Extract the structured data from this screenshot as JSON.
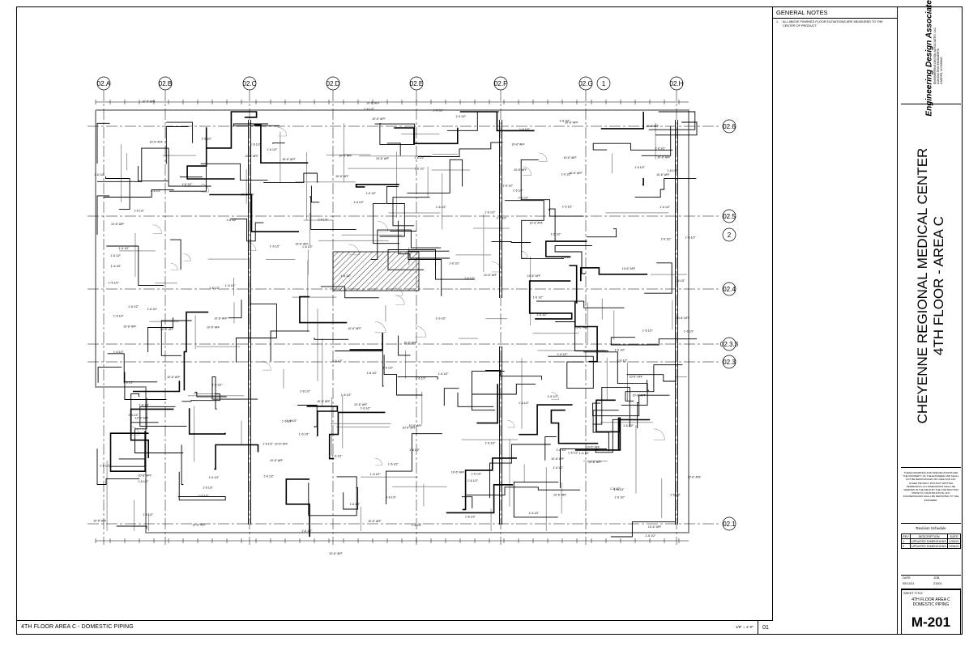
{
  "drawing": {
    "grid_columns": [
      "02.A",
      "02.B",
      "02.C",
      "02.D",
      "02.E",
      "02.F",
      "02.G",
      "02.H"
    ],
    "grid_rows": [
      "02.6",
      "02.5",
      "02.4",
      "02.3.3",
      "02.3",
      "02.1"
    ],
    "callouts": [
      "1",
      "2"
    ],
    "view_title": "4TH FLOOR AREA C - DOMESTIC PIPING",
    "view_scale": "1/8\" = 1'-0\"",
    "view_number": "01",
    "dimension_text": "1'-6 1/2\"",
    "aff_text": "10'-6\" AFF"
  },
  "notes": {
    "title": "GENERAL NOTES",
    "items": [
      {
        "num": "1.",
        "text": "ALL ABOVE FINISHED FLOOR ELEVATIONS ARE MEASURED TO THE CENTER OF PRODUCT."
      }
    ]
  },
  "title_block": {
    "firm_name": "Engineering Design Associates",
    "firm_lines": [
      "ENGINEERING DESIGN ASSOCIATES, LLC",
      "CONSULTING ENGINEERS",
      "CASPER, WYOMING"
    ],
    "project_line1": "CHEYENNE REGIONAL MEDICAL CENTER",
    "project_line2": "4TH FLOOR - AREA C",
    "disclaimer": "THESE DRAWINGS AND SPECIFICATIONS ARE THE PROPERTY OF THE ENGINEER AND SHALL NOT BE REPRODUCED OR USED FOR ANY OTHER PROJECT WITHOUT WRITTEN PERMISSION. ALL DIMENSIONS SHALL BE VERIFIED IN THE FIELD BY THE CONTRACTOR PRIOR TO CONSTRUCTION. ANY DISCREPANCIES SHALL BE REPORTED TO THE ENGINEER.",
    "revision_schedule": {
      "title": "Revision Schedule",
      "headers": [
        "REV",
        "DESCRIPTION",
        "DATE"
      ],
      "rows": [
        [
          "1",
          "UPDATED DIMENSIONS",
          "1/28/21"
        ],
        [
          "2",
          "UPDATED DIMENSIONS",
          "2/08/21"
        ]
      ]
    },
    "date_label": "DATE",
    "date_value": "05/11/21",
    "job_label": "JOB",
    "job_value": "21001",
    "sheet_title_label": "SHEET TITLE",
    "sheet_title_value": "4TH FLOOR AREA C DOMESTIC PIPING",
    "sheet_number": "M-201"
  },
  "colors": {
    "line": "#000000",
    "light": "#9a9a9a",
    "hatch": "#333333"
  }
}
